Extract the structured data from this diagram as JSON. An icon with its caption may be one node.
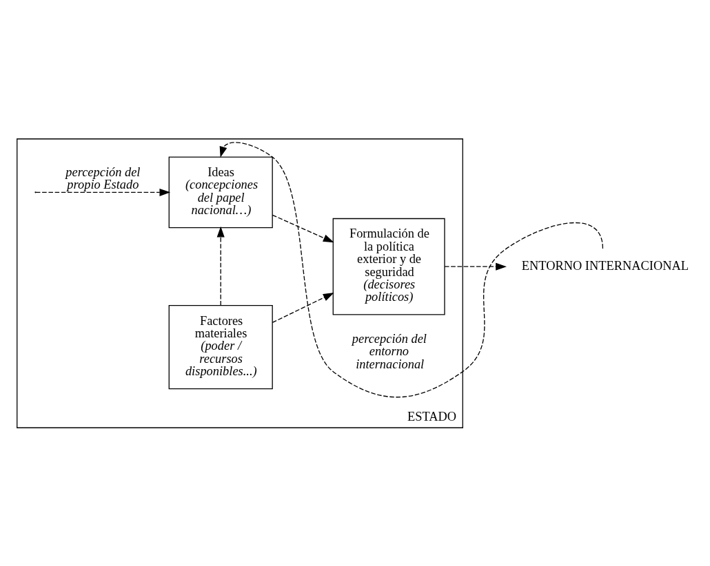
{
  "diagram": {
    "nodes": [
      {
        "text": [
          "ESTADO"
        ]
      },
      {
        "text": [
          "Ideas",
          "(concepciones del papel nacional…)"
        ],
        "in": 0
      },
      {
        "text": [
          "Factores materiales",
          "(poder / recursos disponibles...)"
        ],
        "in": 0
      },
      {
        "text": [
          "Formulación de la política exterior y de seguridad",
          "(decisores políticos)"
        ],
        "in": 0
      },
      {
        "text": [
          "ENTORNO INTERNACIONAL"
        ]
      }
    ],
    "edges": [
      {
        "from": 4,
        "to": 1,
        "arrow": "to",
        "style": "dashed",
        "label": "percepción del entorno internacional"
      },
      {
        "from": null,
        "to": 1,
        "arrow": "to",
        "style": "dashed",
        "label": "percepción del propio Estado"
      },
      {
        "from": 2,
        "to": 1,
        "arrow": "to",
        "style": "dashed"
      },
      {
        "from": 1,
        "to": 3,
        "arrow": "to",
        "style": "dashed"
      },
      {
        "from": 2,
        "to": 3,
        "arrow": "to",
        "style": "dashed"
      },
      {
        "from": 3,
        "to": 4,
        "arrow": "to",
        "style": "dashed"
      }
    ]
  }
}
